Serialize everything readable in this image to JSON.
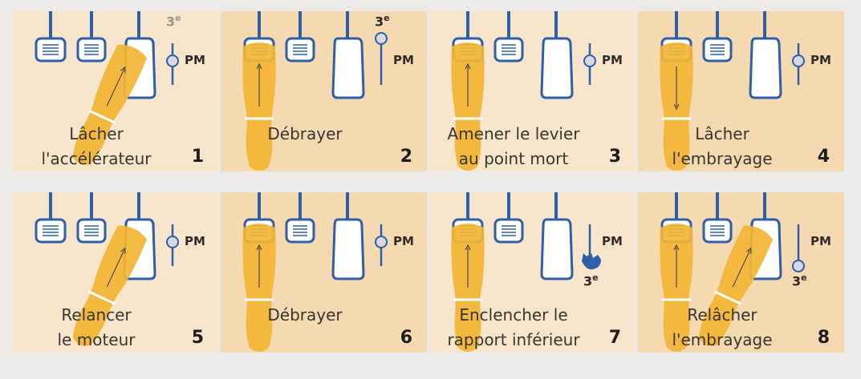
{
  "steps": [
    {
      "number": "1",
      "caption_1": "Lâcher",
      "caption_2": "l'accélérateur",
      "pm": "PM",
      "gear": "3",
      "gear_sup": "e",
      "knob": "mid",
      "foot": "accel"
    },
    {
      "number": "2",
      "caption_1": "Débrayer",
      "caption_2": "",
      "pm": "PM",
      "gear": "3",
      "gear_sup": "e",
      "knob": "top",
      "foot": "clutch"
    },
    {
      "number": "3",
      "caption_1": "Amener le levier",
      "caption_2": "au point mort",
      "pm": "PM",
      "gear": "",
      "gear_sup": "",
      "knob": "mid",
      "foot": "clutch"
    },
    {
      "number": "4",
      "caption_1": "Lâcher",
      "caption_2": "l'embrayage",
      "pm": "PM",
      "gear": "",
      "gear_sup": "",
      "knob": "mid",
      "foot": "clutch-release"
    },
    {
      "number": "5",
      "caption_1": "Relancer",
      "caption_2": "le moteur",
      "pm": "PM",
      "gear": "",
      "gear_sup": "",
      "knob": "mid",
      "foot": "accel"
    },
    {
      "number": "6",
      "caption_1": "Débrayer",
      "caption_2": "",
      "pm": "PM",
      "gear": "",
      "gear_sup": "",
      "knob": "mid",
      "foot": "clutch"
    },
    {
      "number": "7",
      "caption_1": "Enclencher le",
      "caption_2": "rapport inférieur",
      "pm": "PM",
      "gear": "3",
      "gear_sup": "e",
      "knob": "hand",
      "foot": "clutch"
    },
    {
      "number": "8",
      "caption_1": "Relâcher",
      "caption_2": "l'embrayage",
      "pm": "PM",
      "gear": "3",
      "gear_sup": "e",
      "knob": "bottom",
      "foot": "accel-clutch"
    }
  ],
  "colors": {
    "panel": "#f5d9b0",
    "panel_alt": "#f7e6cc",
    "pedal_blue": "#2f5fa8",
    "foot": "#f2b533",
    "highlight": "#7a8cd6"
  }
}
